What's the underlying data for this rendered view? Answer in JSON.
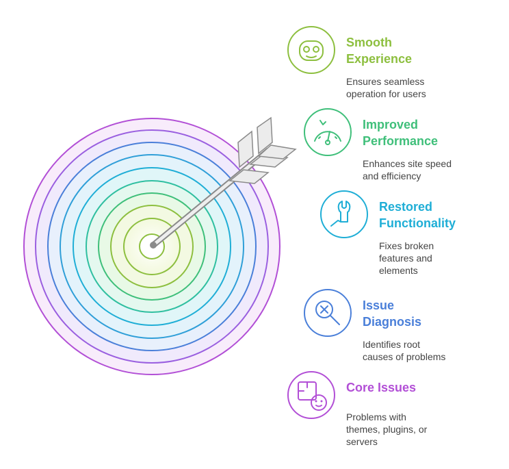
{
  "items": [
    {
      "title": "Smooth\nExperience",
      "description": "Ensures seamless\noperation for users",
      "color": "#8dbf3f",
      "icon": "face-icon"
    },
    {
      "title": "Improved\nPerformance",
      "description": "Enhances site speed\nand efficiency",
      "color": "#3fbf7a",
      "icon": "speedometer-icon"
    },
    {
      "title": "Restored\nFunctionality",
      "description": "Fixes broken\nfeatures and\nelements",
      "color": "#1faed6",
      "icon": "wrench-hand-icon"
    },
    {
      "title": "Issue\nDiagnosis",
      "description": "Identifies root\ncauses of problems",
      "color": "#4a7fd9",
      "icon": "magnifier-x-icon"
    },
    {
      "title": "Core Issues",
      "description": "Problems with\nthemes, plugins, or\nservers",
      "color": "#b24fd6",
      "icon": "puzzle-face-icon"
    }
  ],
  "target": {
    "ring_colors": [
      "#b24fd6",
      "#9a5fe0",
      "#4a7fd9",
      "#2f9fd8",
      "#1faed6",
      "#2fbfa0",
      "#3fbf7a",
      "#8dbf3f"
    ],
    "ring_fills": [
      "#f8ecfb",
      "#f0eafc",
      "#e8f0fc",
      "#e3f3fb",
      "#e0f6f8",
      "#e4f8ef",
      "#e8f9e6",
      "#f3f9dd"
    ]
  }
}
